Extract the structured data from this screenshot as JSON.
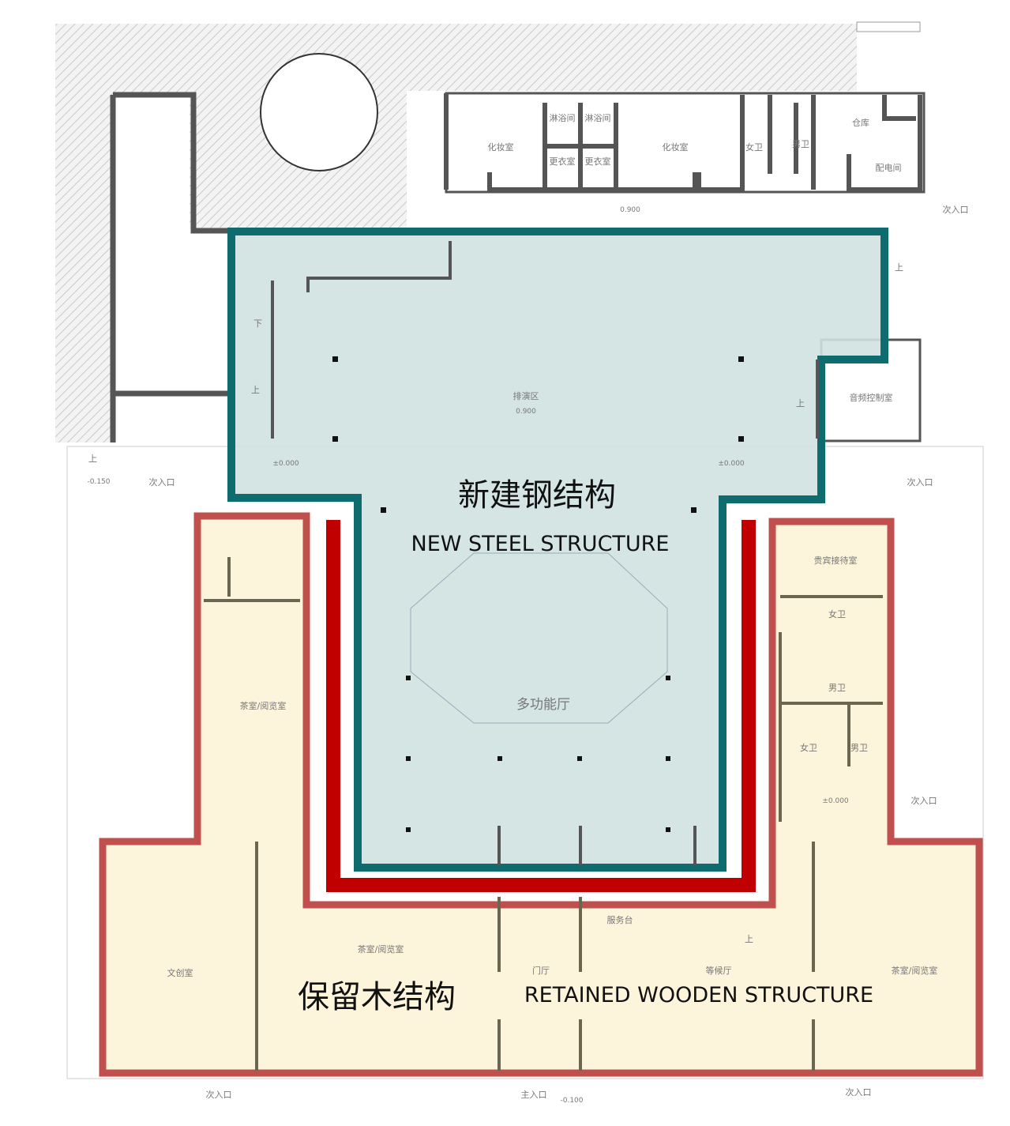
{
  "colors": {
    "steel_outline": "#0e6b6e",
    "steel_fill": "#cfe2e1",
    "wood_outline": "#c0504d",
    "wood_fill": "#fdf4dc",
    "wood_inner_band": "#c00000"
  },
  "zones": {
    "steel": {
      "label_cn": "新建钢结构",
      "label_en": "NEW STEEL STRUCTURE"
    },
    "wood": {
      "label_cn": "保留木结构",
      "label_en": "RETAINED WOODEN STRUCTURE"
    }
  },
  "rooms": {
    "makeup_left": "化妆室",
    "shower_left": "淋浴间",
    "shower_right": "淋浴间",
    "changing_left": "更衣室",
    "changing_right": "更衣室",
    "makeup_right": "化妆室",
    "womens_wc_top": "女卫",
    "mens_wc_top": "男卫",
    "storage": "仓库",
    "electrical": "配电间",
    "rehearsal": "排演区",
    "audio_control": "音频控制室",
    "multipurpose_hall": "多功能厅",
    "vip_reception": "贵宾接待室",
    "womens_wc_1": "女卫",
    "mens_wc_1": "男卫",
    "womens_wc_2": "女卫",
    "mens_wc_2": "男卫",
    "tea_reading_left": "茶室/阅览室",
    "creative": "文创室",
    "tea_reading_mid": "茶室/阅览室",
    "service_desk": "服务台",
    "foyer": "门厅",
    "waiting_hall": "等候厅",
    "tea_reading_right": "茶室/阅览室"
  },
  "levels": {
    "corridor_top": "0.900",
    "rehearsal": "0.900",
    "left_stage": "±0.000",
    "right_stage": "±0.000",
    "right_wc": "±0.000",
    "left_outside": "-0.150",
    "main_entrance": "-0.100"
  },
  "entrances": {
    "secondary_top_right": "次入口",
    "secondary_left": "次入口",
    "secondary_right_mid": "次入口",
    "secondary_right_low": "次入口",
    "secondary_bottom_left": "次入口",
    "main": "主入口",
    "secondary_bottom_right": "次入口"
  },
  "stairs": {
    "down": "下",
    "up_left": "上",
    "up_right": "上",
    "up_right_top": "上",
    "up_bottom": "上",
    "up_outside": "上"
  }
}
